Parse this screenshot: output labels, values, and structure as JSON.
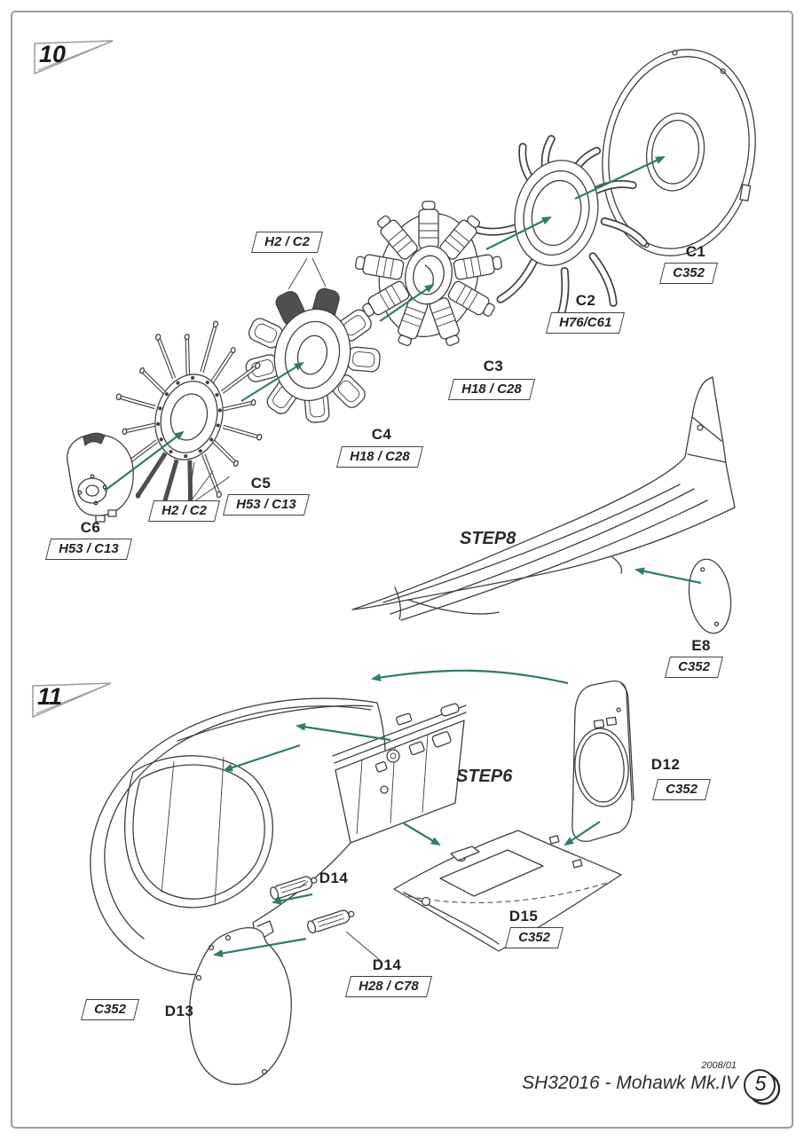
{
  "document": {
    "title": "SH32016 - Mohawk Mk.IV",
    "date": "2008/01",
    "page_number": "5"
  },
  "steps": {
    "s10": "10",
    "s11": "11"
  },
  "step_refs": {
    "step8": "STEP8",
    "step6": "STEP6"
  },
  "parts": {
    "c1": {
      "id": "C1",
      "code": "C352"
    },
    "c2": {
      "id": "C2",
      "code": "H76/C61"
    },
    "c3": {
      "id": "C3",
      "code": "H18 / C28"
    },
    "c4": {
      "id": "C4",
      "code": "H18 / C28"
    },
    "c5": {
      "id": "C5",
      "code": "H53 / C13"
    },
    "c6": {
      "id": "C6",
      "code": "H53 / C13"
    },
    "e8": {
      "id": "E8",
      "code": "C352"
    },
    "d12": {
      "id": "D12",
      "code": "C352"
    },
    "d13": {
      "id": "D13",
      "code": "C352"
    },
    "d14a": {
      "id": "D14"
    },
    "d14b": {
      "id": "D14",
      "code": "H28 / C78"
    },
    "d15": {
      "id": "D15",
      "code": "C352"
    }
  },
  "paint_callouts": {
    "top": "H2 / C2",
    "bottom": "H2 / C2"
  },
  "colors": {
    "line": "#3f3f3f",
    "arrow": "#2e7c6c",
    "shaded": "#4f4f4f"
  }
}
